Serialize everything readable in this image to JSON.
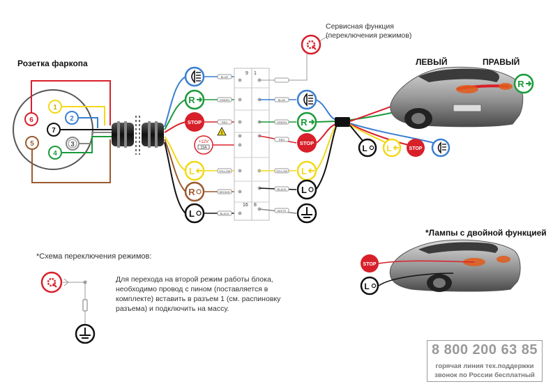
{
  "labels": {
    "socket_title": "Розетка фаркопа",
    "service_line1": "Сервисная функция",
    "service_line2": "(переключения режимов)",
    "side_left": "ЛЕВЫЙ",
    "side_right": "ПРАВЫЙ",
    "dual_note": "*Лампы с двойной функцией",
    "scheme_title": "*Схема переключения режимов:",
    "instruction": "Для перехода на второй режим работы блока, необходимо провод с пином (поставляется в комплекте) вставить в разъем 1 (см. распиновку разъема) и подключить на массу."
  },
  "hotline": {
    "number": "8 800 200 63 85",
    "line1": "горячая линия тех.поддержки",
    "line2": "звонок по России бесплатный"
  },
  "socket_pins": [
    {
      "num": "1",
      "color": "#f2d81a"
    },
    {
      "num": "2",
      "color": "#3a7fd0"
    },
    {
      "num": "3",
      "color": "#ffffff"
    },
    {
      "num": "4",
      "color": "#1a9a3a"
    },
    {
      "num": "5",
      "color": "#9b5a2e"
    },
    {
      "num": "6",
      "color": "#d8202a"
    },
    {
      "num": "7",
      "color": "#111111"
    }
  ],
  "block": {
    "top_left": "9",
    "top_right": "1",
    "bottom_left": "16",
    "bottom_right": "8",
    "fuse_voltage": "+12V",
    "fuse_amp": "15A"
  },
  "input_wires": [
    {
      "icon": "fog-icon",
      "color": "#3a7fd0",
      "tag": "BLUE"
    },
    {
      "icon": "reverse-icon",
      "color": "#1a9a3a",
      "tag": "GREEN"
    },
    {
      "icon": "stop-icon",
      "color": "#d8202a",
      "text": "STOP",
      "tag": "RED"
    },
    {
      "icon": "left-turn-icon",
      "color": "#f2d81a",
      "tag": "YELLOW"
    },
    {
      "icon": "right-marker-icon",
      "color": "#9b5a2e",
      "tag": "BROWN"
    },
    {
      "icon": "left-marker-icon",
      "color": "#111111",
      "tag": "BLACK"
    }
  ],
  "output_wires": [
    {
      "icon": "fog-icon",
      "color": "#3a7fd0",
      "tag": "BLUE"
    },
    {
      "icon": "reverse-icon",
      "color": "#1a9a3a",
      "tag": "GREEN"
    },
    {
      "icon": "stop-icon",
      "color": "#d8202a",
      "text": "STOP",
      "tag": "RED"
    },
    {
      "icon": "turn-icon",
      "color": "#f2d81a",
      "tag": "YELLOW"
    },
    {
      "icon": "marker-icon",
      "color": "#111111",
      "tag": "BLACK"
    },
    {
      "icon": "ground-icon",
      "color": "#111111",
      "tag": "WHITE"
    }
  ],
  "stop_text": "STOP",
  "colors": {
    "red": "#d8202a",
    "yellow": "#f2d81a",
    "blue": "#3a7fd0",
    "green": "#1a9a3a",
    "brown": "#9b5a2e",
    "black": "#111111"
  }
}
